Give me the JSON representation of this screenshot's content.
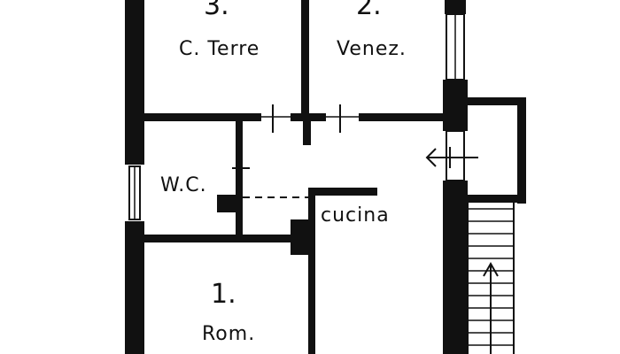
{
  "plan": {
    "rooms": [
      {
        "id": "room-3",
        "number": "3.",
        "name": "C. Terre"
      },
      {
        "id": "room-2",
        "number": "2.",
        "name": "Venez."
      },
      {
        "id": "room-wc",
        "number": "",
        "name": "W.C."
      },
      {
        "id": "room-kitchen",
        "number": "",
        "name": "cucina"
      },
      {
        "id": "room-1",
        "number": "1.",
        "name": "Rom."
      }
    ],
    "colors": {
      "ink": "#111111",
      "paper": "#ffffff"
    },
    "icons": [
      "entrance-arrow-icon",
      "stair-arrow-icon"
    ]
  }
}
